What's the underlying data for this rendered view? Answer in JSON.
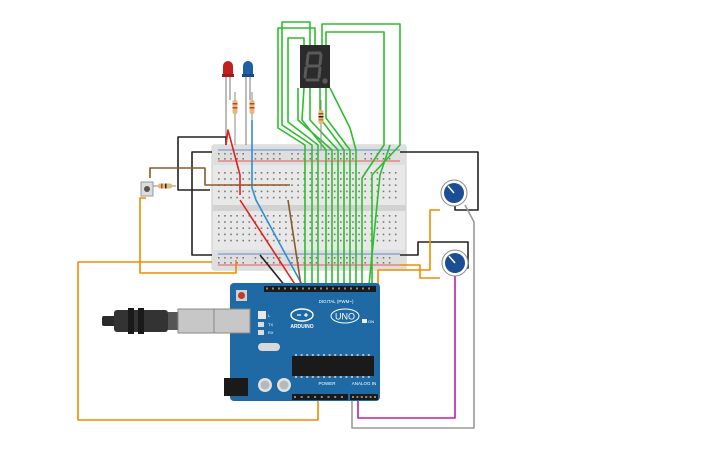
{
  "arduino": {
    "model_label": "UNO",
    "brand_label": "ARDUINO",
    "digital_header": "DIGITAL (PWM~)",
    "analog_header": "ANALOG IN",
    "power_header": "POWER",
    "tx_label": "TX",
    "rx_label": "RX",
    "l_label": "L",
    "on_label": "ON"
  },
  "colors": {
    "board": "#1f6aa5",
    "breadboard": "#e6e6e6",
    "wire_green": "#2ebd2e",
    "wire_orange": "#f08c00",
    "wire_black": "#222222",
    "wire_red": "#e0221f",
    "wire_blue": "#2d8fd6",
    "wire_brown": "#8a5a2b",
    "wire_magenta": "#c0209c",
    "wire_gray": "#9a9a9a",
    "led_red": "#c0201e",
    "led_blue": "#1e5fa8",
    "pot_knob": "#1c4e96"
  },
  "components": [
    {
      "name": "seven-segment-display",
      "icon": "seven-segment-icon"
    },
    {
      "name": "red-led",
      "icon": "led-icon"
    },
    {
      "name": "blue-led",
      "icon": "led-icon"
    },
    {
      "name": "pushbutton",
      "icon": "pushbutton-icon"
    },
    {
      "name": "potentiometer-top",
      "icon": "potentiometer-icon"
    },
    {
      "name": "potentiometer-bottom",
      "icon": "potentiometer-icon"
    },
    {
      "name": "usb-cable",
      "icon": "usb-plug-icon"
    }
  ]
}
